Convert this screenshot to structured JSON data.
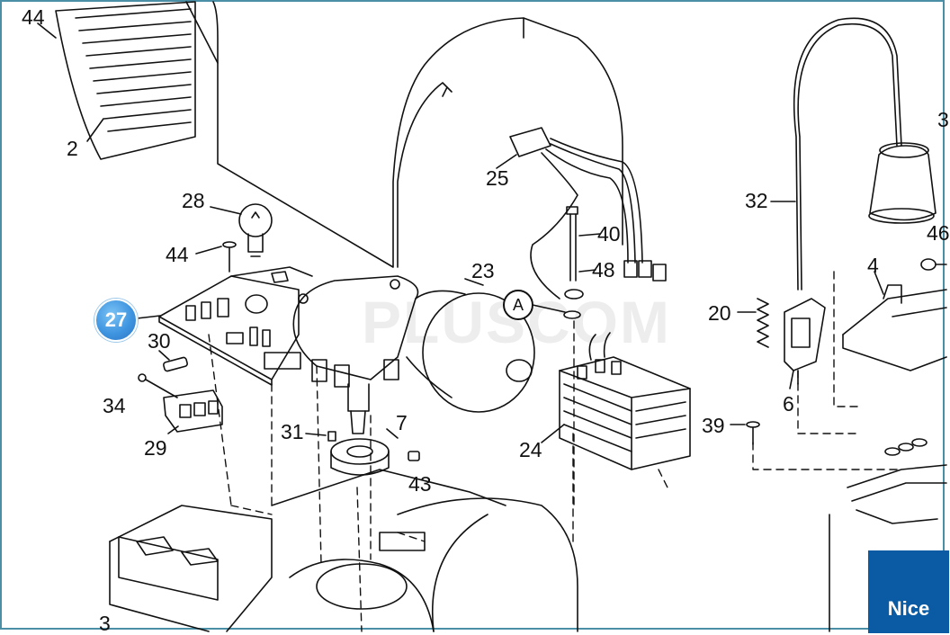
{
  "diagram": {
    "labels": {
      "l44a": "44",
      "l2": "2",
      "l28": "28",
      "l44b": "44",
      "l30": "30",
      "l34": "34",
      "l29": "29",
      "l31": "31",
      "l7": "7",
      "l43": "43",
      "l23": "23",
      "l25": "25",
      "l40": "40",
      "l48": "48",
      "l24": "24",
      "l32": "32",
      "l3": "3",
      "l20": "20",
      "l6": "6",
      "l39": "39",
      "l4": "4",
      "l46": "46",
      "l3b": "3"
    },
    "callout_a": "A",
    "highlight_badge": "27",
    "watermark": "PLUSCOM"
  },
  "brand": {
    "name": "Nice"
  },
  "colors": {
    "badge": "#3f95e0",
    "brand_bg": "#0a5ba3",
    "frame": "#4a8fa6",
    "line": "#111111"
  }
}
